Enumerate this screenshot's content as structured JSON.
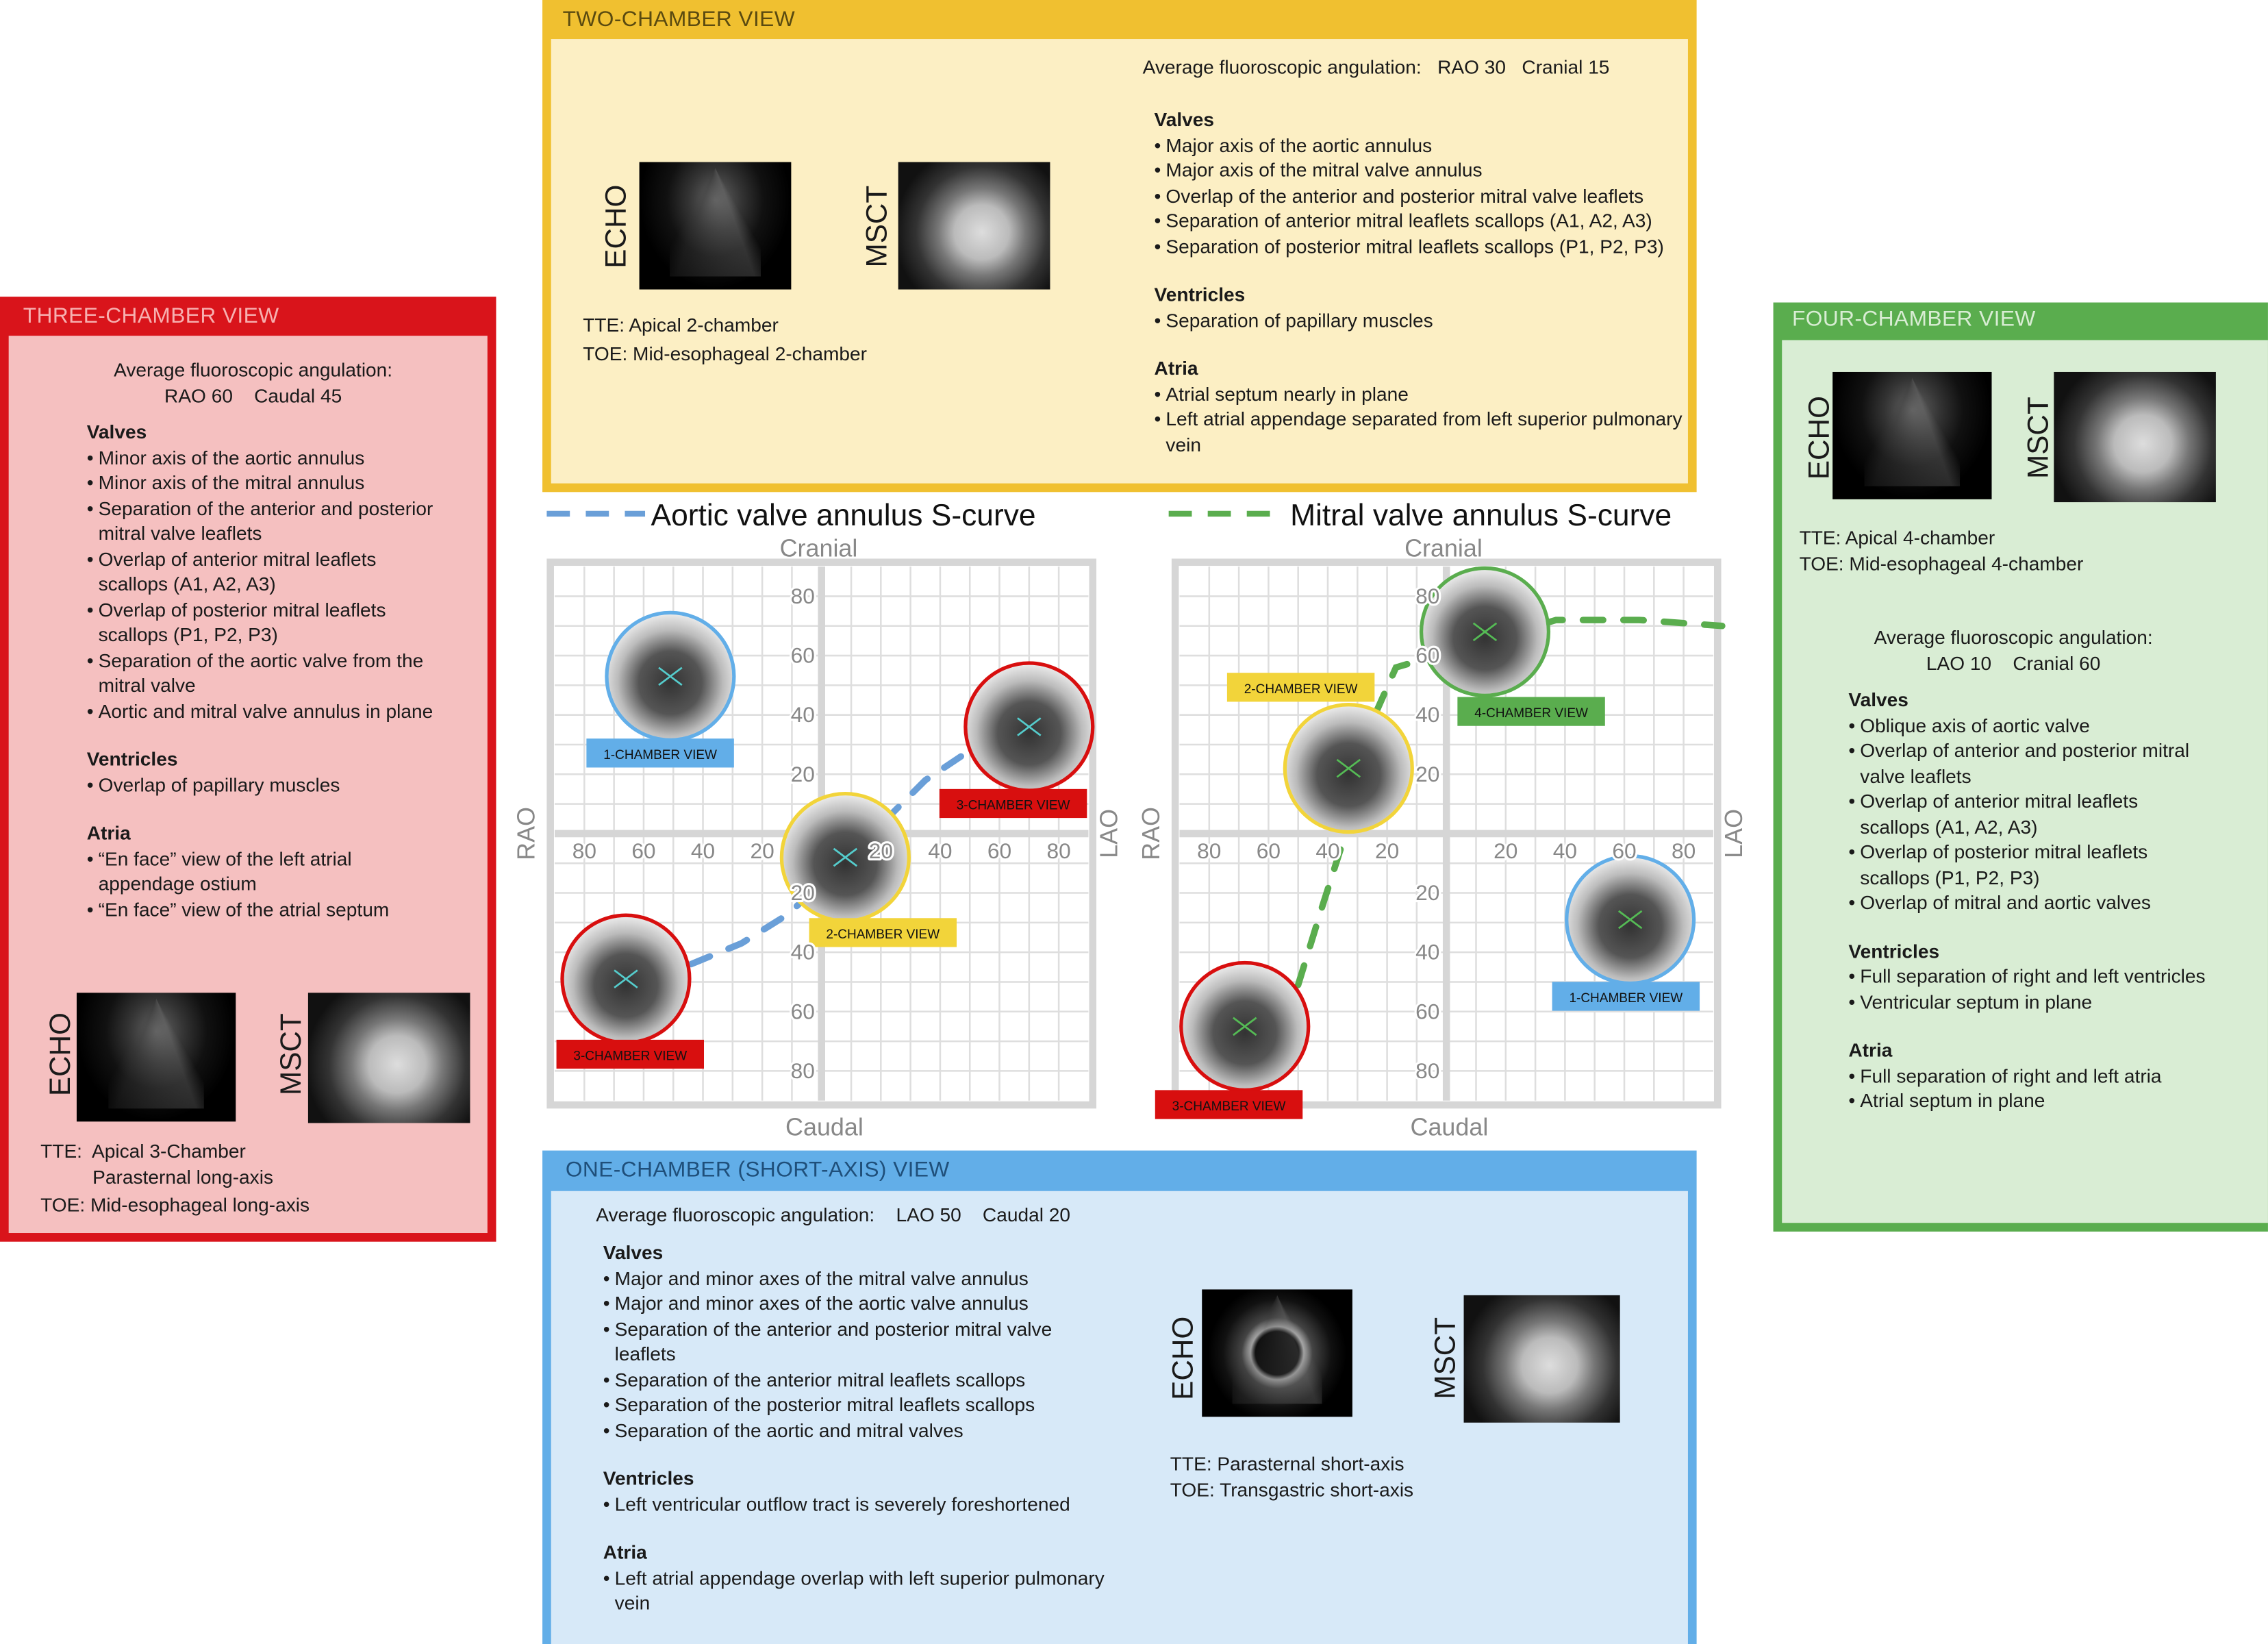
{
  "colors": {
    "two": "#f0c030",
    "two_bg": "#fcefc4",
    "three": "#d9141b",
    "three_bg": "#f5c0c0",
    "four": "#5aad4e",
    "four_bg": "#d9edd4",
    "one": "#62aee8",
    "one_bg": "#d7e9f8"
  },
  "two": {
    "title": "TWO-CHAMBER VIEW",
    "angulation_label": "Average fluoroscopic angulation:",
    "angulation_value": "RAO 30   Cranial 15",
    "echo_label": "ECHO",
    "msct_label": "MSCT",
    "tte": "TTE: Apical 2-chamber",
    "toe": "TOE: Mid-esophageal 2-chamber",
    "sections": [
      {
        "title": "Valves",
        "items": [
          "Major axis of the aortic annulus",
          "Major axis of the mitral valve annulus",
          "Overlap of the anterior and posterior mitral valve leaflets",
          "Separation of anterior mitral leaflets scallops (A1, A2, A3)",
          "Separation of posterior mitral leaflets scallops (P1, P2, P3)"
        ]
      },
      {
        "title": "Ventricles",
        "items": [
          "Separation of papillary muscles"
        ]
      },
      {
        "title": "Atria",
        "items": [
          "Atrial septum nearly in plane",
          "Left atrial appendage separated from left superior pulmonary vein"
        ]
      }
    ]
  },
  "three": {
    "title": "THREE-CHAMBER VIEW",
    "angulation_label": "Average fluoroscopic angulation:",
    "angulation_value": "RAO 60    Caudal 45",
    "echo_label": "ECHO",
    "msct_label": "MSCT",
    "tte": "TTE:  Apical 3-Chamber",
    "tte2": "Parasternal long-axis",
    "toe": "TOE: Mid-esophageal long-axis",
    "sections": [
      {
        "title": "Valves",
        "items": [
          "Minor axis of the aortic annulus",
          "Minor axis of the mitral annulus",
          "Separation of the anterior and posterior mitral valve leaflets",
          "Overlap of anterior mitral leaflets scallops (A1, A2, A3)",
          "Overlap of posterior mitral leaflets scallops (P1, P2, P3)",
          "Separation of the aortic valve from the mitral valve",
          "Aortic and mitral valve annulus in plane"
        ]
      },
      {
        "title": "Ventricles",
        "items": [
          "Overlap of papillary muscles"
        ]
      },
      {
        "title": "Atria",
        "items": [
          "“En face” view of the left atrial appendage ostium",
          "“En face” view of the atrial septum"
        ]
      }
    ]
  },
  "four": {
    "title": "FOUR-CHAMBER VIEW",
    "angulation_label": "Average fluoroscopic angulation:",
    "angulation_value": "LAO 10    Cranial 60",
    "echo_label": "ECHO",
    "msct_label": "MSCT",
    "tte": "TTE: Apical 4-chamber",
    "toe": "TOE: Mid-esophageal 4-chamber",
    "sections": [
      {
        "title": "Valves",
        "items": [
          "Oblique axis of aortic valve",
          "Overlap of anterior and posterior mitral valve leaflets",
          "Overlap of anterior mitral leaflets scallops (A1, A2, A3)",
          "Overlap of posterior mitral leaflets scallops (P1, P2, P3)",
          "Overlap of mitral and aortic valves"
        ]
      },
      {
        "title": "Ventricles",
        "items": [
          "Full separation of right and left ventricles",
          "Ventricular septum in plane"
        ]
      },
      {
        "title": "Atria",
        "items": [
          "Full separation of right and left atria",
          "Atrial septum in plane"
        ]
      }
    ]
  },
  "one": {
    "title": "ONE-CHAMBER (SHORT-AXIS) VIEW",
    "angulation_label": "Average fluoroscopic angulation:",
    "angulation_value": "LAO 50    Caudal 20",
    "echo_label": "ECHO",
    "msct_label": "MSCT",
    "tte": "TTE: Parasternal short-axis",
    "toe": "TOE: Transgastric short-axis",
    "sections": [
      {
        "title": "Valves",
        "items": [
          "Major and minor axes of the mitral valve annulus",
          "Major and minor axes of the aortic valve annulus",
          "Separation of the anterior and posterior mitral valve leaflets",
          "Separation of the anterior mitral leaflets scallops",
          "Separation of the posterior mitral leaflets scallops",
          "Separation of the aortic and mitral valves"
        ]
      },
      {
        "title": "Ventricles",
        "items": [
          "Left ventricular outflow tract is severely foreshortened"
        ]
      },
      {
        "title": "Atria",
        "items": [
          "Left atrial appendage overlap with left superior pulmonary vein"
        ]
      }
    ]
  },
  "chart_data": [
    {
      "type": "scatter",
      "title": "Aortic valve annulus S-curve",
      "series_color": "#6a9fd8",
      "xlabel_left": "RAO",
      "xlabel_right": "LAO",
      "ylabel_top": "Cranial",
      "ylabel_bottom": "Caudal",
      "xlim": [
        -90,
        90
      ],
      "ylim": [
        -90,
        90
      ],
      "ticks": [
        80,
        60,
        40,
        20
      ],
      "grid": true,
      "curve": [
        [
          -44,
          -44
        ],
        [
          -27,
          -37
        ],
        [
          -11,
          -27
        ],
        [
          20,
          3
        ],
        [
          35,
          18
        ],
        [
          47,
          26
        ]
      ],
      "views": [
        {
          "label": "1-CHAMBER VIEW",
          "x": -51,
          "y": 53,
          "color": "#62aee8"
        },
        {
          "label": "3-CHAMBER VIEW",
          "x": 70,
          "y": 36,
          "color": "#d80f0f"
        },
        {
          "label": "2-CHAMBER VIEW",
          "x": 8,
          "y": -8,
          "color": "#f2d43a"
        },
        {
          "label": "3-CHAMBER VIEW",
          "x": -66,
          "y": -49,
          "color": "#d80f0f"
        }
      ]
    },
    {
      "type": "scatter",
      "title": "Mitral valve annulus S-curve",
      "series_color": "#5aad4e",
      "xlabel_left": "RAO",
      "xlabel_right": "LAO",
      "ylabel_top": "Cranial",
      "ylabel_bottom": "Caudal",
      "xlim": [
        -90,
        90
      ],
      "ylim": [
        -90,
        90
      ],
      "ticks": [
        80,
        60,
        40,
        20
      ],
      "grid": true,
      "curve": [
        [
          -50,
          -51
        ],
        [
          -42,
          -25
        ],
        [
          -34,
          0
        ],
        [
          -25,
          38
        ],
        [
          -17,
          56
        ],
        [
          37,
          72
        ],
        [
          65,
          72
        ],
        [
          93,
          70
        ]
      ],
      "views": [
        {
          "label": "4-CHAMBER VIEW",
          "x": 13,
          "y": 68,
          "color": "#5aad4e"
        },
        {
          "label": "2-CHAMBER VIEW",
          "x": -33,
          "y": 22,
          "color": "#f2d43a"
        },
        {
          "label": "3-CHAMBER VIEW",
          "x": -68,
          "y": -65,
          "color": "#d80f0f"
        },
        {
          "label": "1-CHAMBER VIEW",
          "x": 62,
          "y": -29,
          "color": "#62aee8"
        }
      ]
    }
  ]
}
